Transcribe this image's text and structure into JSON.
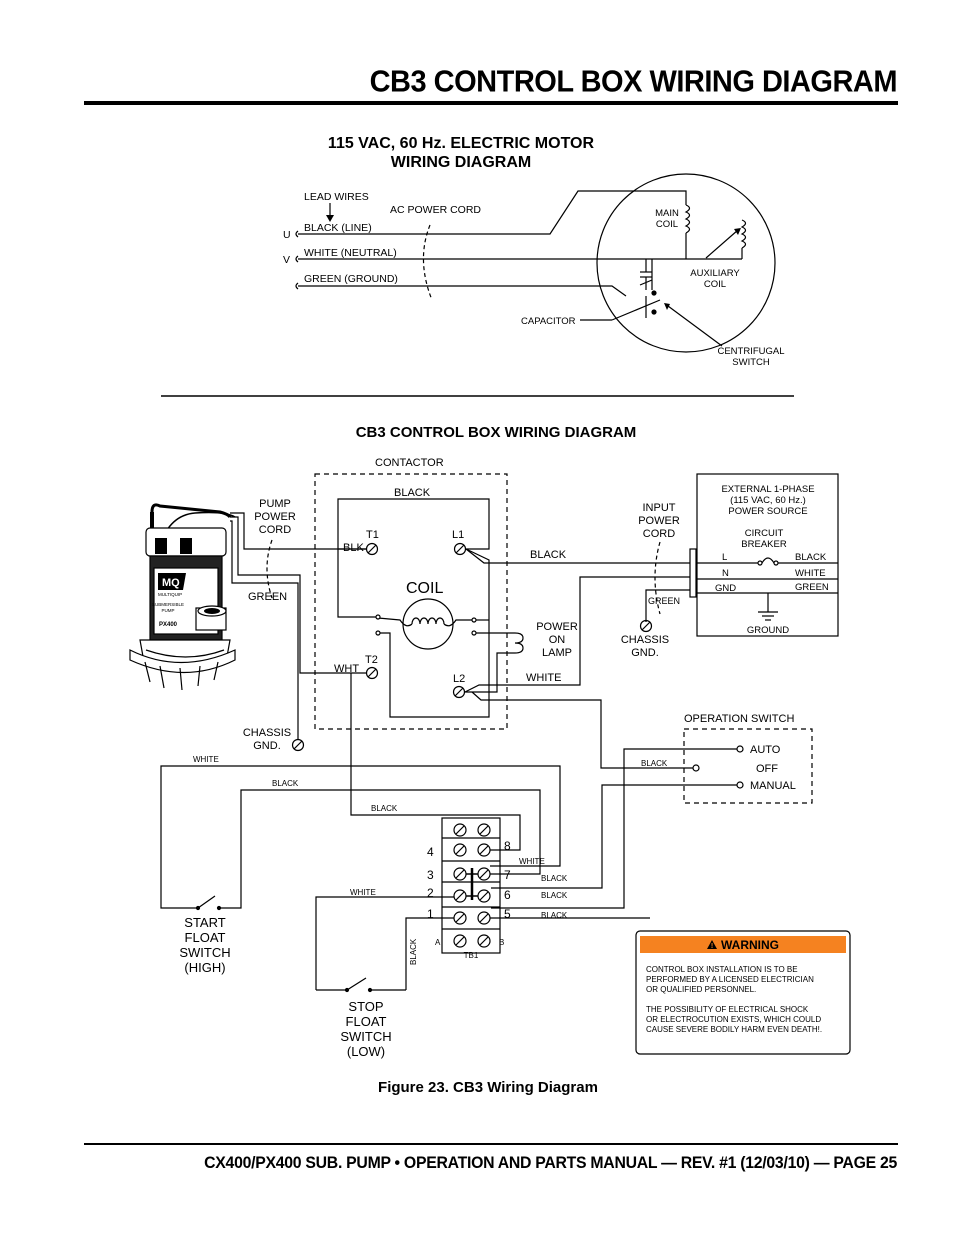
{
  "page_title": "CB3 CONTROL BOX WIRING DIAGRAM",
  "footer": "CX400/PX400 SUB. PUMP • OPERATION AND PARTS MANUAL — REV. #1 (12/03/10) — PAGE 25",
  "motor": {
    "title_line1": "115 VAC, 60 Hz. ELECTRIC MOTOR",
    "title_line2": "WIRING DIAGRAM",
    "lead_wires": "LEAD WIRES",
    "ac_power_cord": "AC POWER CORD",
    "black_line": "BLACK (LINE)",
    "white_neutral": "WHITE (NEUTRAL)",
    "green_ground": "GREEN (GROUND)",
    "u": "U",
    "v": "V",
    "main_coil_1": "MAIN",
    "main_coil_2": "COIL",
    "aux_coil_1": "AUXILIARY",
    "aux_coil_2": "COIL",
    "capacitor": "CAPACITOR",
    "centrifugal_1": "CENTRIFUGAL",
    "centrifugal_2": "SWITCH"
  },
  "cb3": {
    "title": "CB3 CONTROL BOX WIRING DIAGRAM",
    "contactor": "CONTACTOR",
    "black_top": "BLACK",
    "t1": "T1",
    "blk": "BLK",
    "l1": "L1",
    "black_l1": "BLACK",
    "coil": "COIL",
    "t2": "T2",
    "wht": "WHT",
    "l2": "L2",
    "white_l2": "WHITE",
    "power_on_1": "POWER",
    "power_on_2": "ON",
    "power_on_3": "LAMP",
    "pump_cord_1": "PUMP",
    "pump_cord_2": "POWER",
    "pump_cord_3": "CORD",
    "green_pump": "GREEN",
    "chassis_1": "CHASSIS",
    "chassis_2": "GND.",
    "input_cord_1": "INPUT",
    "input_cord_2": "POWER",
    "input_cord_3": "CORD",
    "green_input": "GREEN",
    "chassis_in_1": "CHASSIS",
    "chassis_in_2": "GND.",
    "ext_1": "EXTERNAL 1-PHASE",
    "ext_2": "(115 VAC, 60 Hz.)",
    "ext_3": "POWER SOURCE",
    "cb_1": "CIRCUIT",
    "cb_2": "BREAKER",
    "l": "L",
    "n": "N",
    "gnd": "GND",
    "black_ext": "BLACK",
    "white_ext": "WHITE",
    "green_ext": "GREEN",
    "ground": "GROUND",
    "op_switch": "OPERATION SWITCH",
    "auto": "AUTO",
    "off": "OFF",
    "manual": "MANUAL",
    "black_op": "BLACK",
    "white_start": "WHITE",
    "black_start": "BLACK",
    "black_8": "BLACK",
    "white_7": "WHITE",
    "black_tb7": "BLACK",
    "black_tb6": "BLACK",
    "black_tb5": "BLACK",
    "white_stop": "WHITE",
    "black_vert": "BLACK",
    "tb_a": "A",
    "tb_b": "B",
    "tb1": "TB1",
    "n1": "1",
    "n2": "2",
    "n3": "3",
    "n4": "4",
    "n5": "5",
    "n6": "6",
    "n7": "7",
    "n8": "8",
    "start_1": "START",
    "start_2": "FLOAT",
    "start_3": "SWITCH",
    "start_4": "(HIGH)",
    "stop_1": "STOP",
    "stop_2": "FLOAT",
    "stop_3": "SWITCH",
    "stop_4": "(LOW)",
    "pump_brand": "MQ",
    "pump_brand2": "MULTIQUIP",
    "pump_sub1": "SUBMERSIBLE",
    "pump_sub2": "PUMP",
    "pump_model": "PX400"
  },
  "warning": {
    "header": "WARNING",
    "p1_l1": "CONTROL BOX INSTALLATION IS TO BE",
    "p1_l2": "PERFORMED BY A LICENSED ELECTRICIAN",
    "p1_l3": "OR QUALIFIED PERSONNEL.",
    "p2_l1": "THE POSSIBILITY OF ELECTRICAL SHOCK",
    "p2_l2": "OR ELECTROCUTION EXISTS, WHICH COULD",
    "p2_l3": "CAUSE SEVERE BODILY HARM EVEN DEATH!.",
    "color": "#f58220"
  },
  "caption": "Figure 23. CB3 Wiring Diagram"
}
